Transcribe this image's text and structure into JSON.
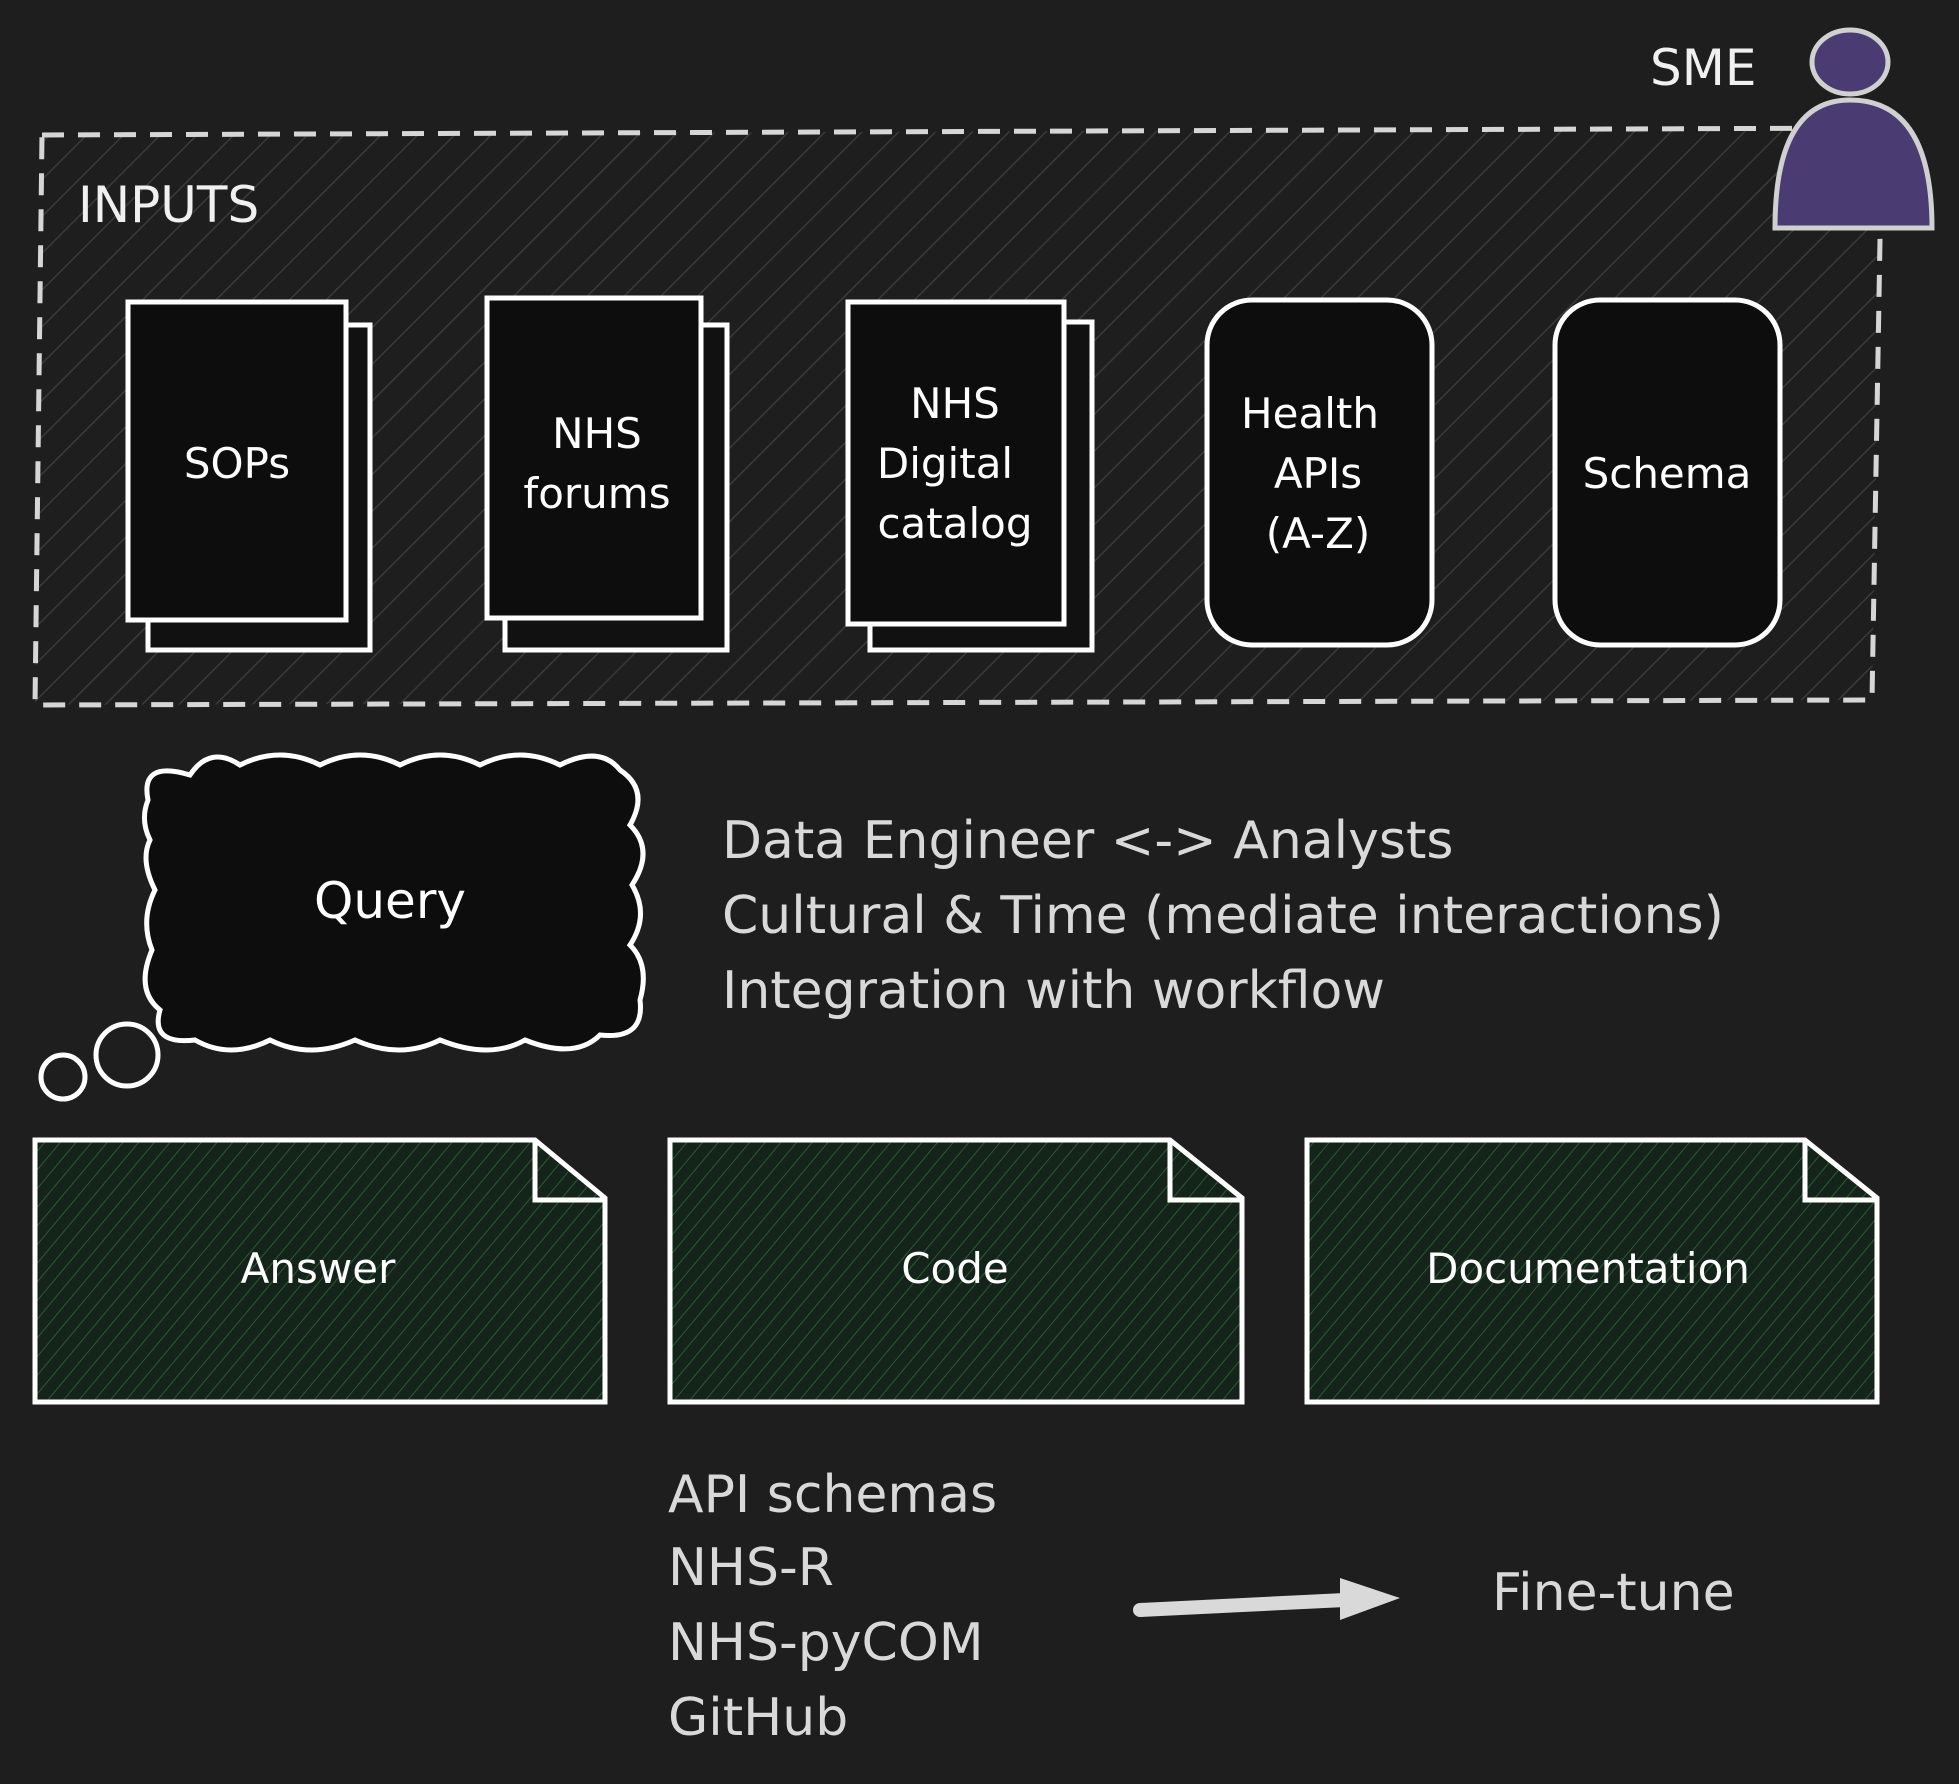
{
  "sme": {
    "label": "SME",
    "color": "#4a3c72"
  },
  "inputs": {
    "title": "INPUTS",
    "items": [
      {
        "lines": [
          "SOPs"
        ]
      },
      {
        "lines": [
          "NHS",
          "forums"
        ]
      },
      {
        "lines": [
          "NHS",
          "Digital",
          "catalog"
        ]
      },
      {
        "lines": [
          "Health",
          "APIs",
          "(A-Z)"
        ]
      },
      {
        "lines": [
          "Schema"
        ]
      }
    ]
  },
  "query": {
    "label": "Query"
  },
  "notes": [
    "Data Engineer <-> Analysts",
    "Cultural & Time (mediate interactions)",
    "Integration with workflow"
  ],
  "outputs": {
    "accent": "#1b3a1f",
    "items": [
      {
        "label": "Answer"
      },
      {
        "label": "Code"
      },
      {
        "label": "Documentation"
      }
    ]
  },
  "sources": [
    "API schemas",
    "NHS-R",
    "NHS-pyCOM",
    "GitHub"
  ],
  "finetune": {
    "label": "Fine-tune"
  }
}
